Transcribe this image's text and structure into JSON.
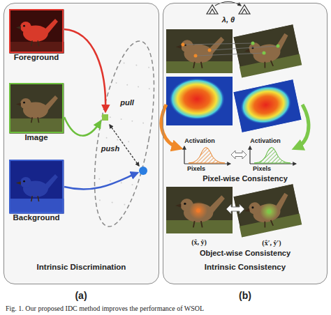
{
  "diagram": {
    "caption": "Fig. 1. Our proposed IDC method improves the performance of WSOL",
    "nodes": [
      {
        "text": [
          "Intrinsic Discrimination"
        ]
      },
      {
        "text": [
          "Foreground"
        ],
        "in": 0
      },
      {
        "text": [
          "Image"
        ],
        "in": 0
      },
      {
        "text": [
          "Background"
        ],
        "in": 0
      },
      {
        "text": [
          "Intrinsic Consistency"
        ]
      }
    ],
    "labels": [
      "pull",
      "push",
      "λ, θ",
      "Activation",
      "Pixels",
      "Activation",
      "Pixels",
      "Pixel-wise Consistency",
      "(x̂, ŷ)",
      "(x̂′, ŷ′)",
      "Object-wise Consistency",
      "(a)",
      "(b)"
    ]
  }
}
